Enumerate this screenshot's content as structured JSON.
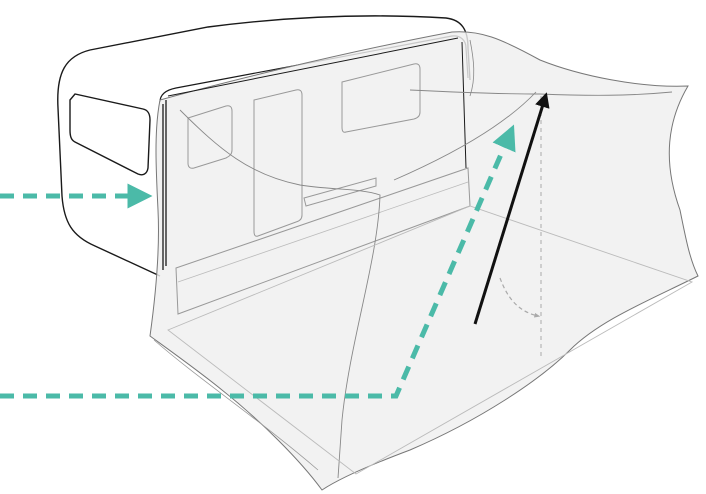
{
  "diagram": {
    "subject": "device",
    "colors": {
      "outline": "#1a1a1a",
      "sheet_fill": "#efefef",
      "sheet_stroke": "#777777",
      "detail_stroke": "#999999",
      "guide_stroke": "#aaaaaa",
      "accent_arrow": "#4bbaa8",
      "force_arrow": "#111111"
    },
    "arrows": [
      {
        "name": "side-entry-arrow",
        "style": "dashed",
        "color": "accent"
      },
      {
        "name": "bottom-path-arrow",
        "style": "dashed",
        "color": "accent"
      },
      {
        "name": "lift-arrow",
        "style": "solid",
        "color": "force"
      },
      {
        "name": "rotation-arrow",
        "style": "dashed",
        "color": "guide"
      }
    ]
  }
}
